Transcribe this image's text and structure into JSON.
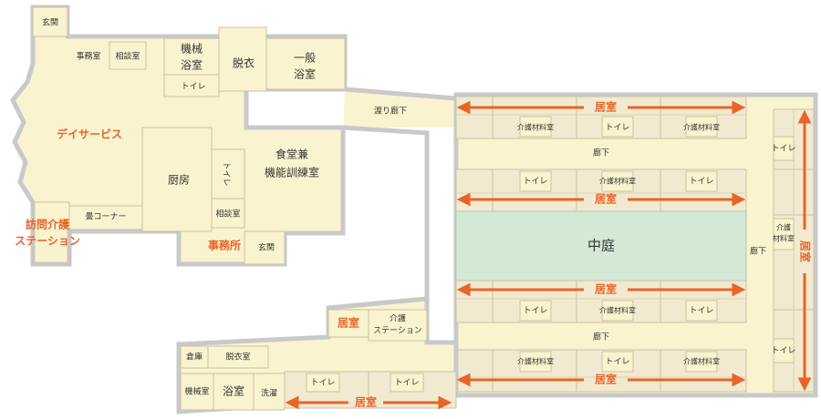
{
  "colors": {
    "floor": "#faf3cf",
    "wall": "#c9c9c9",
    "accent_orange": "#e8642a",
    "courtyard": "#d4e8d6"
  },
  "labels": {
    "genkan_top": "玄関",
    "office_small": "事務室",
    "consult_top": "相談室",
    "machine_bath": "機械\n浴室",
    "machine_bath_l1": "機械",
    "machine_bath_l2": "浴室",
    "toilet_top": "トイレ",
    "changing": "脱衣",
    "general_bath_l1": "一般",
    "general_bath_l2": "浴室",
    "daycare": "デイサービス",
    "kitchen": "厨房",
    "toilet_vertical": "トイレ",
    "dining_l1": "食堂兼",
    "dining_l2": "機能訓練室",
    "tatami_corner": "畳コーナー",
    "consult_mid": "相談室",
    "office_orange": "事務所",
    "genkan_mid": "玄関",
    "visit_care_l1": "訪問介護",
    "visit_care_l2": "ステーション",
    "corridor_link": "渡り廊下",
    "corridor_1": "廊下",
    "corridor_2": "廊下",
    "corridor_right": "廊下",
    "courtyard": "中庭",
    "living_room": "居室",
    "toilet": "トイレ",
    "care_material": "介護材料室",
    "care_material_r1": "介護",
    "care_material_r2": "材料室",
    "care_station_l1": "介護",
    "care_station_l2": "ステーション",
    "storage": "倉庫",
    "changing_room": "脱衣室",
    "machine_room": "機械室",
    "bath": "浴室",
    "washing": "洗濯"
  }
}
